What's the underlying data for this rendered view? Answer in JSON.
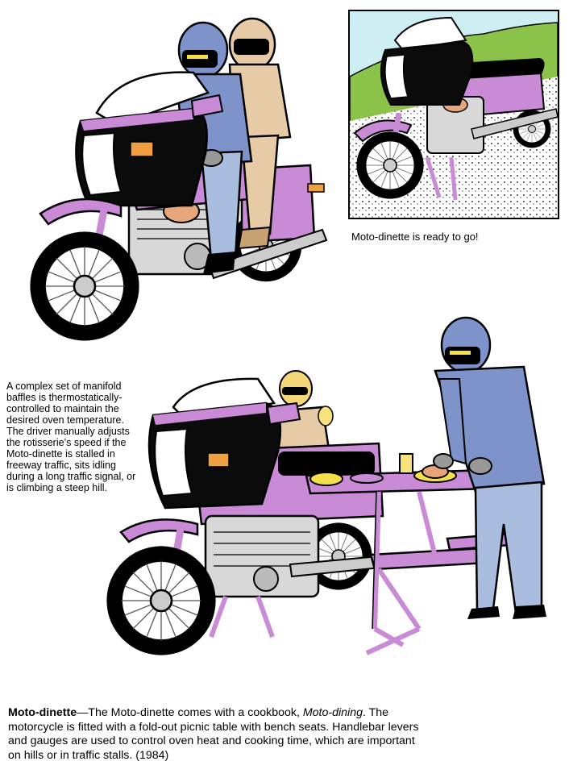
{
  "inset": {
    "caption": "Moto-dinette is ready to go!"
  },
  "side_note": {
    "paragraph1": "A complex set of manifold baffles is thermostatically-controlled to maintain the desired oven temperature.",
    "paragraph2": "The driver manually adjusts the rotisserie’s speed if the Moto-dinette is stalled in freeway traffic, sits idling during a long traffic signal, or is climbing a steep hill."
  },
  "caption": {
    "title": "Moto-dinette",
    "dash": "—",
    "text_part1": "The Moto-dinette comes with a cookbook, ",
    "book_title": "Moto-dining",
    "text_part2": ". The motorcycle is fitted with a fold-out picnic table with bench seats. Handlebar levers and gauges are used to control oven heat and cooking time, which are important on hills or in traffic stalls. (1984)"
  },
  "colors": {
    "body_purple": "#c98ad6",
    "fairing_black": "#0b0b0b",
    "jacket_blue": "#7d93c9",
    "jeans_blue": "#a9bedf",
    "rider_tan": "#e6cba6",
    "sky": "#cdeef2",
    "foliage": "#8bc34a",
    "headlight_orange": "#f0a040"
  }
}
